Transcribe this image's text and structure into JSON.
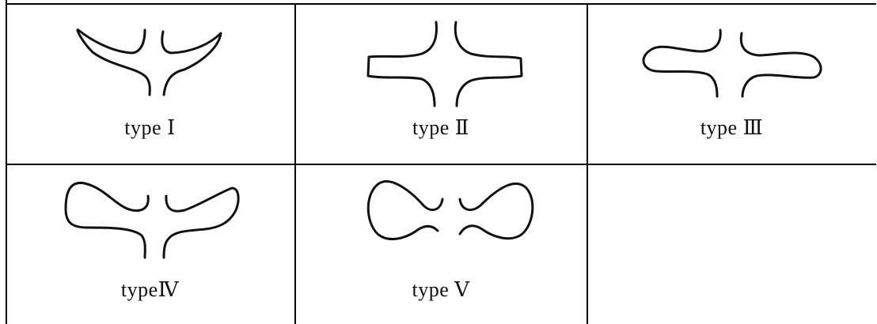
{
  "figure": {
    "cells": [
      {
        "id": "type-1",
        "label": "type Ⅰ"
      },
      {
        "id": "type-2",
        "label": "type Ⅱ"
      },
      {
        "id": "type-3",
        "label": "type Ⅲ"
      },
      {
        "id": "type-4",
        "label": "typeⅣ"
      },
      {
        "id": "type-5",
        "label": "type Ⅴ"
      },
      {
        "id": "empty",
        "label": ""
      }
    ]
  },
  "style": {
    "stroke_color": "#111111",
    "border_color": "#000000",
    "background": "#ffffff"
  }
}
